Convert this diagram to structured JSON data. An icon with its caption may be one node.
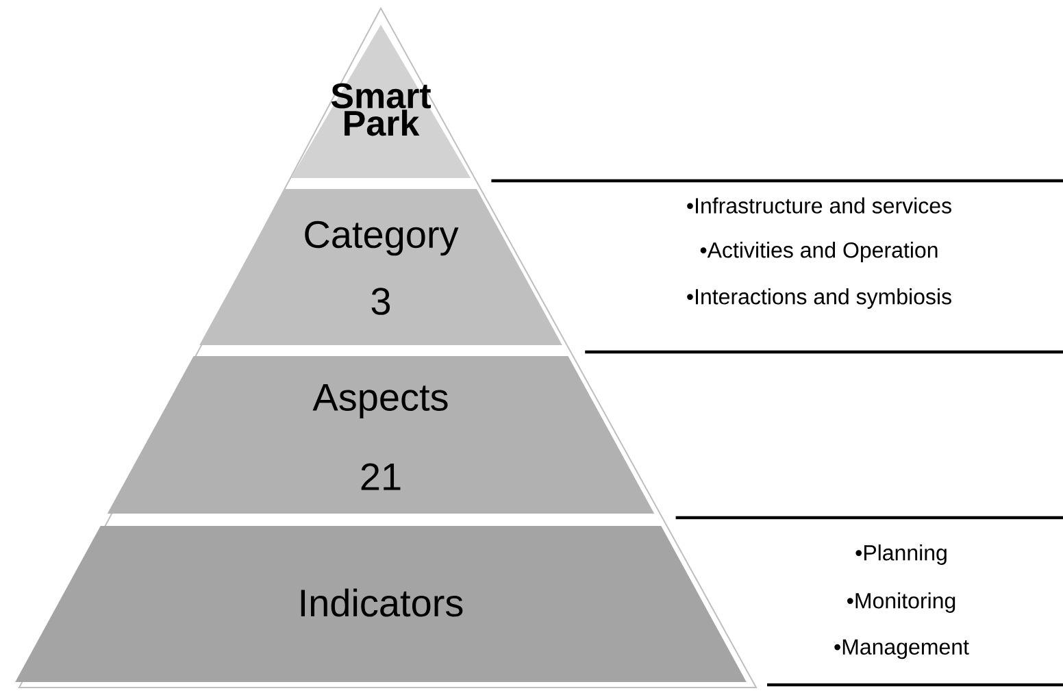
{
  "diagram": {
    "nodes": [
      {
        "text": [
          "Smart Park"
        ]
      },
      {
        "text": [
          "Category",
          "3"
        ],
        "beside": [
          "•Infrastructure and services",
          "•Activities and Operation",
          "•Interactions and symbiosis"
        ]
      },
      {
        "text": [
          "Aspects",
          "21"
        ]
      },
      {
        "text": [
          "Indicators"
        ],
        "beside": [
          "•Planning",
          "•Monitoring",
          "•Management"
        ]
      }
    ]
  }
}
